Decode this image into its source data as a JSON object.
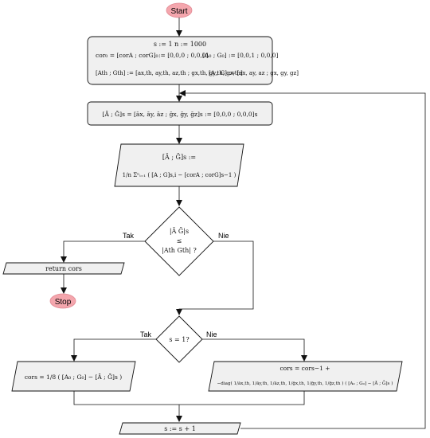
{
  "colors": {
    "terminal": "#f4a6ad",
    "box_fill": "#f0f0f0",
    "stroke": "#111111"
  },
  "start": "Start",
  "stop": "Stop",
  "init": {
    "row1": "s := 1    n := 1000",
    "row2_left": "cor₀ = [corA ; corG]₀",
    "row2_mid": ":= [0,0,0 ; 0,0,0]",
    "row2_right": "[A₀ ; G₀] := [0,0,1 ; 0,0,0]",
    "row3_left": "[Ath ; Gth] := [ax,th, ay,th, az,th ; gx,th, gy,th, gz,th]",
    "row3_right": "[A ; G] := [ax, ay, az ; gx, gy, gz]"
  },
  "mean_init": "[Ā ; Ḡ]s = [āx, āy, āz ; ḡx, ḡy, ḡz]s := [0,0,0 ; 0,0,0]s",
  "mean_update": {
    "line1": "[Ā ; Ḡ]s :=",
    "line2": "1/n Σⁿᵢ₌₁ ( [A ; G]s,i − [corA ; corG]s−1 )"
  },
  "decision1": {
    "line1": "|Ā   Ḡ|s",
    "line2": "≤",
    "line3": "|Ath   Gth| ?"
  },
  "decision2": "s = 1?",
  "labels": {
    "yes_left": "Tak",
    "no_right": "Nie",
    "yes_left2": "Tak",
    "no_right2": "Nie"
  },
  "return_text": "return cors",
  "cor_first": "cors = 1/8 ( [A₀ ; G₀] − [Ā ; Ḡ]s )",
  "cor_update": {
    "line1": "cors   =   cors−1 +",
    "line2": "−diag( 1/āx,th, 1/āy,th, 1/āz,th, 1/ḡx,th, 1/ḡy,th, 1/ḡz,th ) ( [A₀ ; G₀] − [Ā ; Ḡ]s )"
  },
  "increment": "s := s + 1"
}
